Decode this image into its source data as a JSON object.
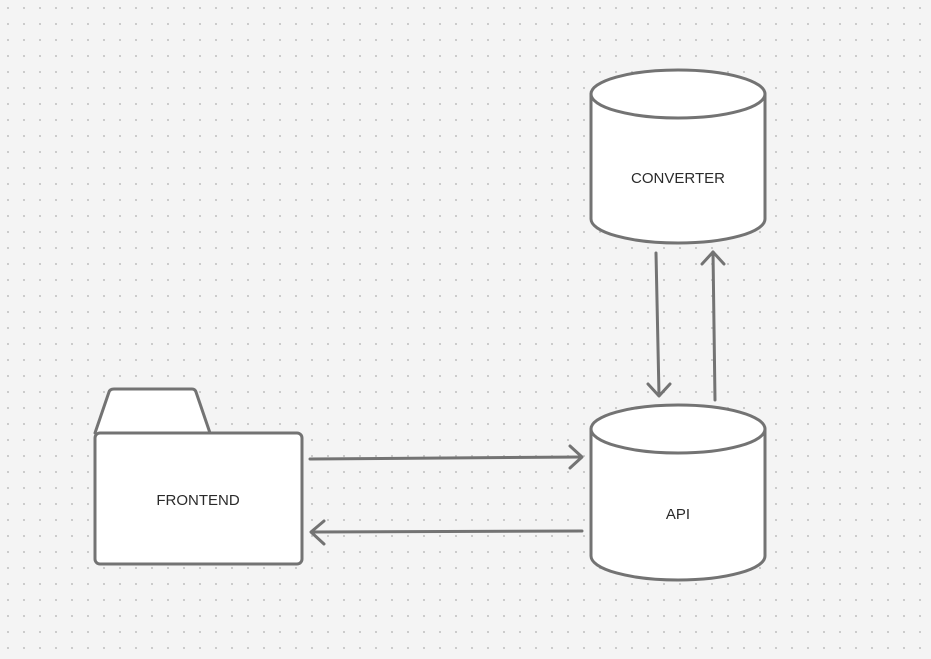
{
  "diagram": {
    "nodes": [
      {
        "id": "converter",
        "label": "CONVERTER",
        "shape": "cylinder"
      },
      {
        "id": "api",
        "label": "API",
        "shape": "cylinder"
      },
      {
        "id": "frontend",
        "label": "FRONTEND",
        "shape": "folder"
      }
    ],
    "edges": [
      {
        "from": "converter",
        "to": "api"
      },
      {
        "from": "api",
        "to": "converter"
      },
      {
        "from": "frontend",
        "to": "api"
      },
      {
        "from": "api",
        "to": "frontend"
      }
    ],
    "colors": {
      "stroke": "#737373",
      "fill": "#ffffff",
      "background": "#f4f4f4",
      "dots": "#c8c8c8",
      "text": "#2a2a2a"
    }
  }
}
